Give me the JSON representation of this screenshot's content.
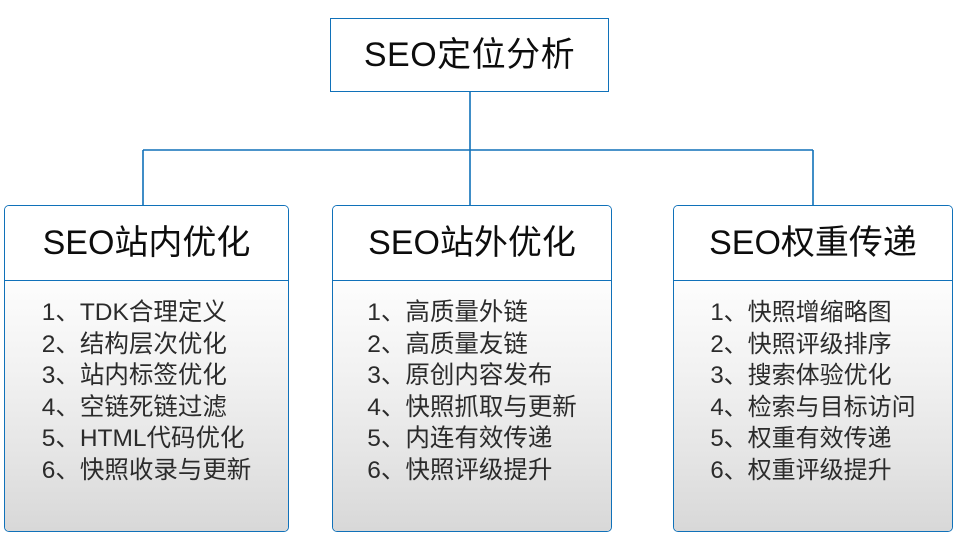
{
  "diagram": {
    "type": "org-tree",
    "title": "SEO定位分析",
    "accent_color": "#1071B9",
    "text_color": "#0d0d0d",
    "item_text_color": "#2b2b2b",
    "body_gradient_from": "#fdfdfd",
    "body_gradient_to": "#d8d8d8",
    "branches": [
      {
        "title": "SEO站内优化",
        "items": [
          "1、TDK合理定义",
          "2、结构层次优化",
          "3、站内标签优化",
          "4、空链死链过滤",
          "5、HTML代码优化",
          "6、快照收录与更新"
        ]
      },
      {
        "title": "SEO站外优化",
        "items": [
          "1、高质量外链",
          "2、高质量友链",
          "3、原创内容发布",
          "4、快照抓取与更新",
          "5、内连有效传递",
          "6、快照评级提升"
        ]
      },
      {
        "title": "SEO权重传递",
        "items": [
          "1、快照增缩略图",
          "2、快照评级排序",
          "3、搜索体验优化",
          "4、检索与目标访问",
          "5、权重有效传递",
          "6、权重评级提升"
        ]
      }
    ]
  }
}
